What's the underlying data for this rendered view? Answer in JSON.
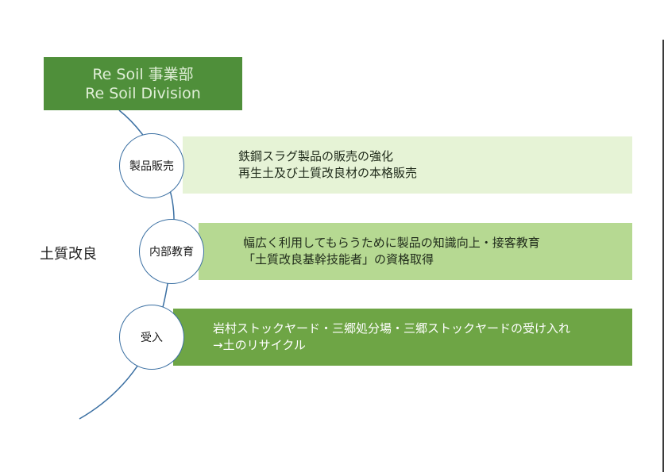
{
  "header": {
    "line1": "Re Soil 事業部",
    "line2": "Re Soil Division"
  },
  "side_label": "土質改良",
  "steps": [
    {
      "circle": "製品販売",
      "lines": [
        "鉄鋼スラグ製品の販売の強化",
        "再生土及び土質改良材の本格販売"
      ]
    },
    {
      "circle": "内部教育",
      "lines": [
        "幅広く利用してもらうために製品の知識向上・接客教育",
        "「土質改良基幹技能者」の資格取得"
      ]
    },
    {
      "circle": "受入",
      "lines": [
        "岩村ストックヤード・三郷処分場・三郷ストックヤードの受け入れ",
        "→土のリサイクル"
      ]
    }
  ],
  "colors": {
    "header_bg": "#4f8f3a",
    "band1": "#e6f3d6",
    "band2": "#b6d992",
    "band3": "#6ea545",
    "circle_stroke": "#3a6fa2"
  }
}
